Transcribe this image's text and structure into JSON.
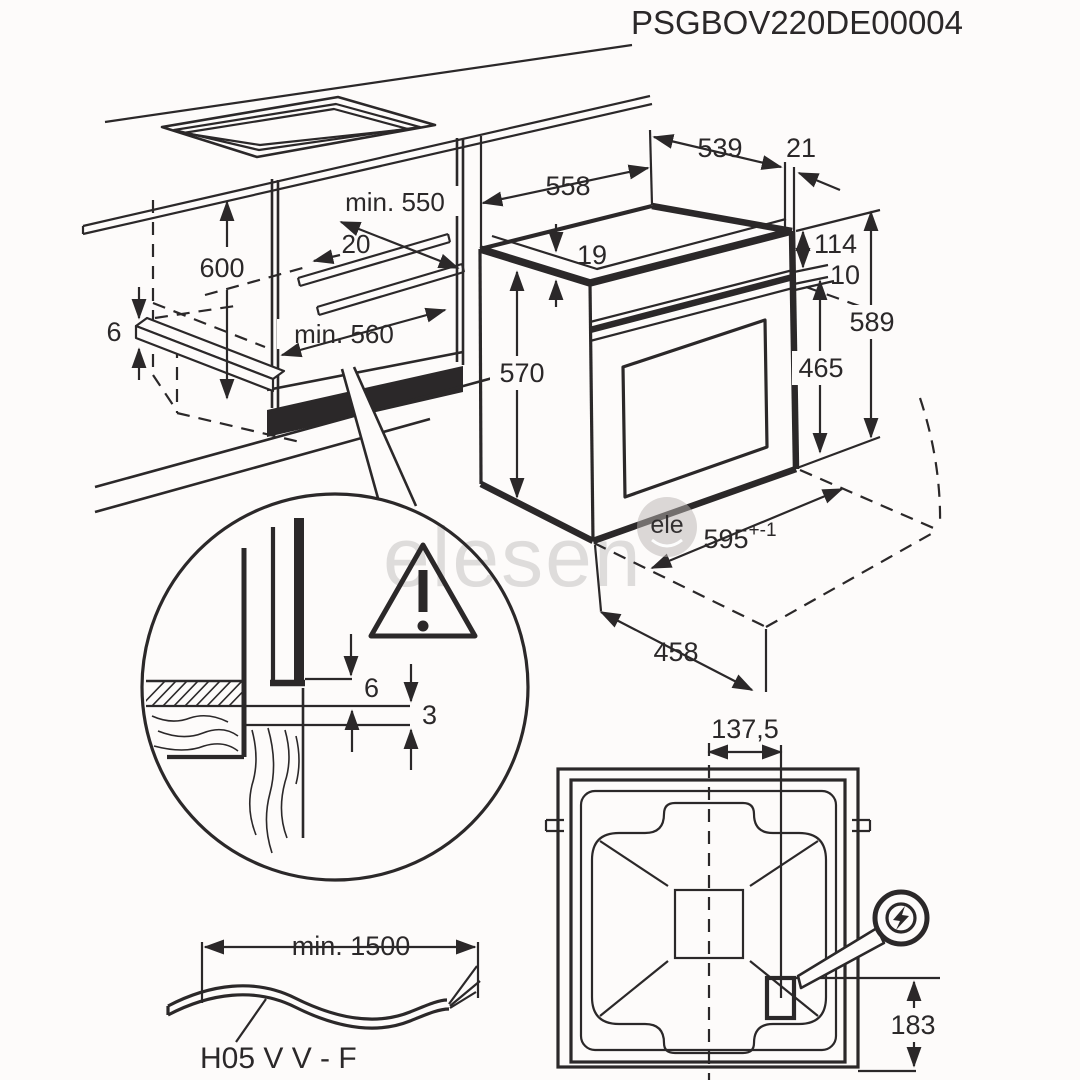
{
  "title": "PSGBOV220DE00004",
  "watermark": {
    "text": "elesen",
    "badge": "ele"
  },
  "cabinet": {
    "height": "600",
    "shelf_thickness": "6",
    "niche_depth": "min. 550",
    "rail_offset": "20",
    "niche_width": "min. 560"
  },
  "oven": {
    "top_width": "558",
    "top_depth": "539",
    "wall_gap": "21",
    "top_trim": "19",
    "panel_height": "114",
    "panel_gap": "10",
    "total_height": "589",
    "door_height": "465",
    "side_height": "570",
    "front_width": "595",
    "front_width_tolerance": "+-1",
    "front_depth": "458"
  },
  "detail": {
    "upper_gap": "6",
    "lower_gap": "3"
  },
  "cable": {
    "min_length": "min. 1500",
    "cable_type": "H05 V V - F"
  },
  "rear": {
    "connection_offset_x": "137,5",
    "connection_offset_y": "183"
  },
  "colors": {
    "ink": "#2b2829",
    "background": "#fdfbfa",
    "watermark_gray": "#3a3436"
  }
}
